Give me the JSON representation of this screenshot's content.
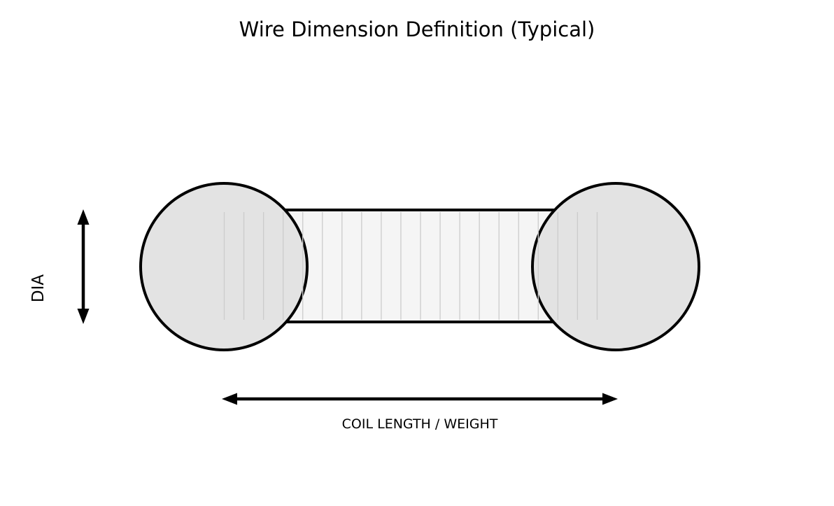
{
  "title": "Wire Dimension Definition (Typical)",
  "diagram": {
    "dia_label": "DIA",
    "length_label": "COIL LENGTH / WEIGHT",
    "hatch_line_count": 20,
    "colors": {
      "background": "#ffffff",
      "coil_end_fill": "#e3e3e3",
      "coil_body_fill": "#f5f5f5",
      "hatch_line": "#cccccc",
      "outline": "#000000",
      "text": "#000000"
    }
  }
}
